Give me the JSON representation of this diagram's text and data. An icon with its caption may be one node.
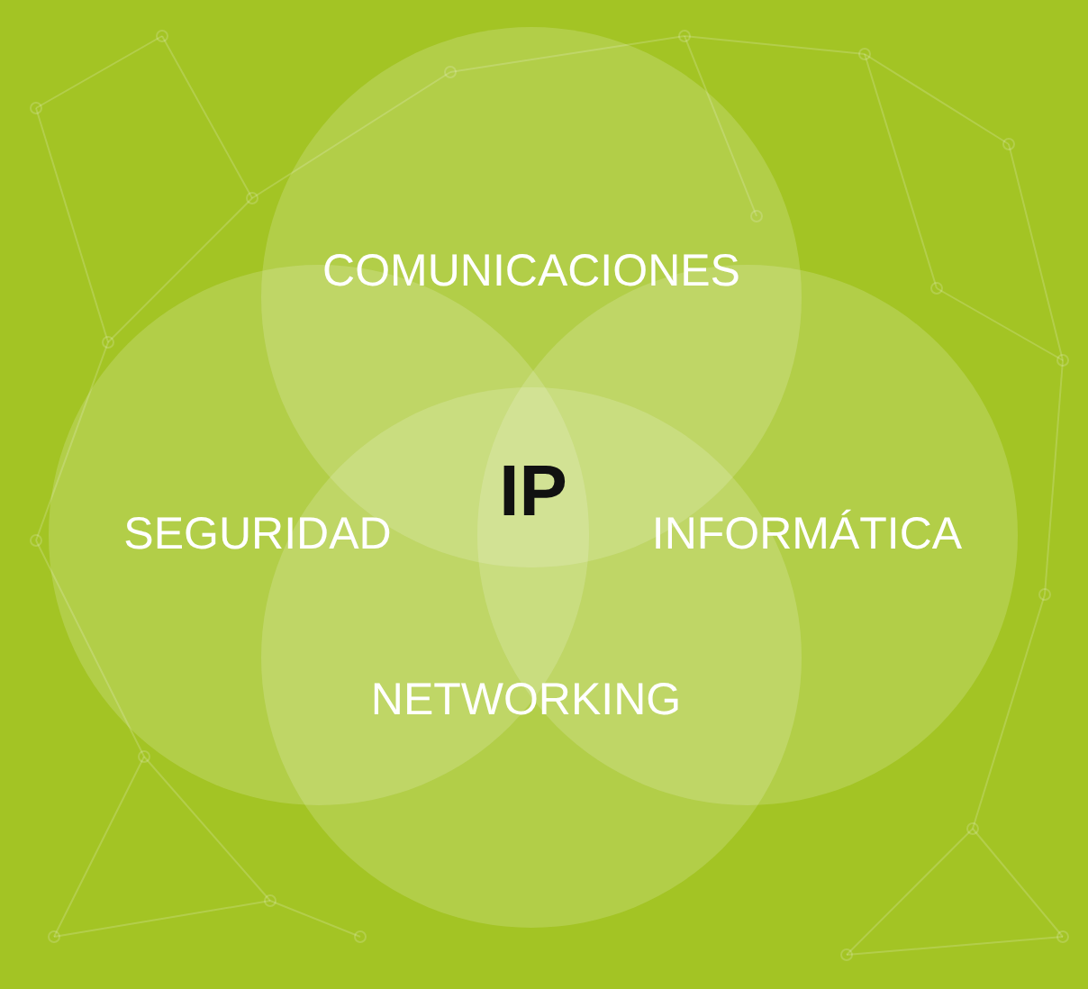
{
  "diagram": {
    "nodes": [
      {
        "text": [
          "COMUNICACIONES"
        ]
      },
      {
        "text": [
          "SEGURIDAD"
        ]
      },
      {
        "text": [
          "INFORMÁTICA"
        ]
      },
      {
        "text": [
          "NETWORKING"
        ]
      }
    ],
    "labels": [
      "IP"
    ]
  }
}
